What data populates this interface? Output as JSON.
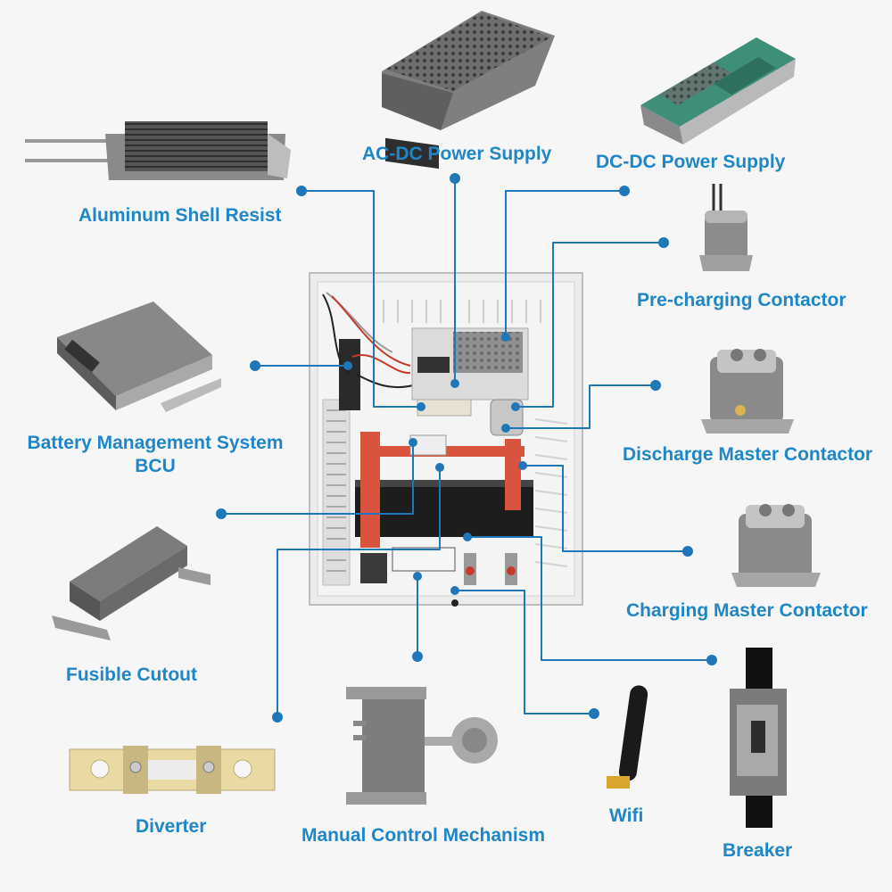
{
  "colors": {
    "label": "#1f86c8",
    "connector": "#1f77b8",
    "background": "#f6f6f6",
    "cabinet": "#e9e9e9"
  },
  "components": [
    {
      "id": "aluminum-shell-resist",
      "label": "Aluminum Shell Resist"
    },
    {
      "id": "ac-dc-power-supply",
      "label": "AC-DC Power Supply"
    },
    {
      "id": "dc-dc-power-supply",
      "label": "DC-DC Power Supply"
    },
    {
      "id": "pre-charging-contactor",
      "label": "Pre-charging Contactor"
    },
    {
      "id": "battery-management-system",
      "label": "Battery Management System",
      "label_line2": "BCU"
    },
    {
      "id": "discharge-master-contactor",
      "label": "Discharge Master Contactor"
    },
    {
      "id": "fusible-cutout",
      "label": "Fusible Cutout"
    },
    {
      "id": "charging-master-contactor",
      "label": "Charging Master Contactor"
    },
    {
      "id": "diverter",
      "label": "Diverter"
    },
    {
      "id": "manual-control-mechanism",
      "label": "Manual Control Mechanism"
    },
    {
      "id": "wifi",
      "label": "Wifi"
    },
    {
      "id": "breaker",
      "label": "Breaker"
    }
  ]
}
